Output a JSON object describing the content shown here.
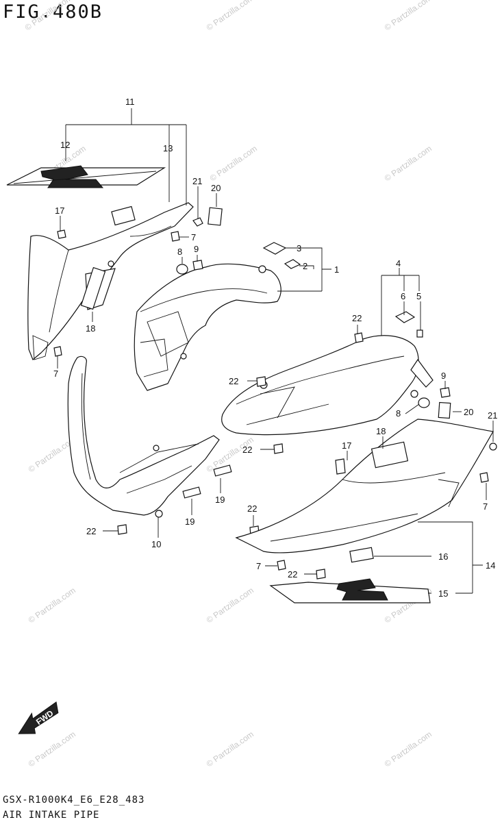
{
  "figure": {
    "title": "FIG.480B",
    "model_code": "GSX-R1000K4_E6_E28_483",
    "section_name": "AIR INTAKE PIPE",
    "watermark": "© Partzilla.com",
    "fwd_label": "FWD"
  },
  "callouts": [
    "1",
    "2",
    "3",
    "4",
    "5",
    "6",
    "7",
    "8",
    "9",
    "10",
    "11",
    "12",
    "13",
    "14",
    "15",
    "16",
    "17",
    "18",
    "19",
    "20",
    "21",
    "22"
  ]
}
